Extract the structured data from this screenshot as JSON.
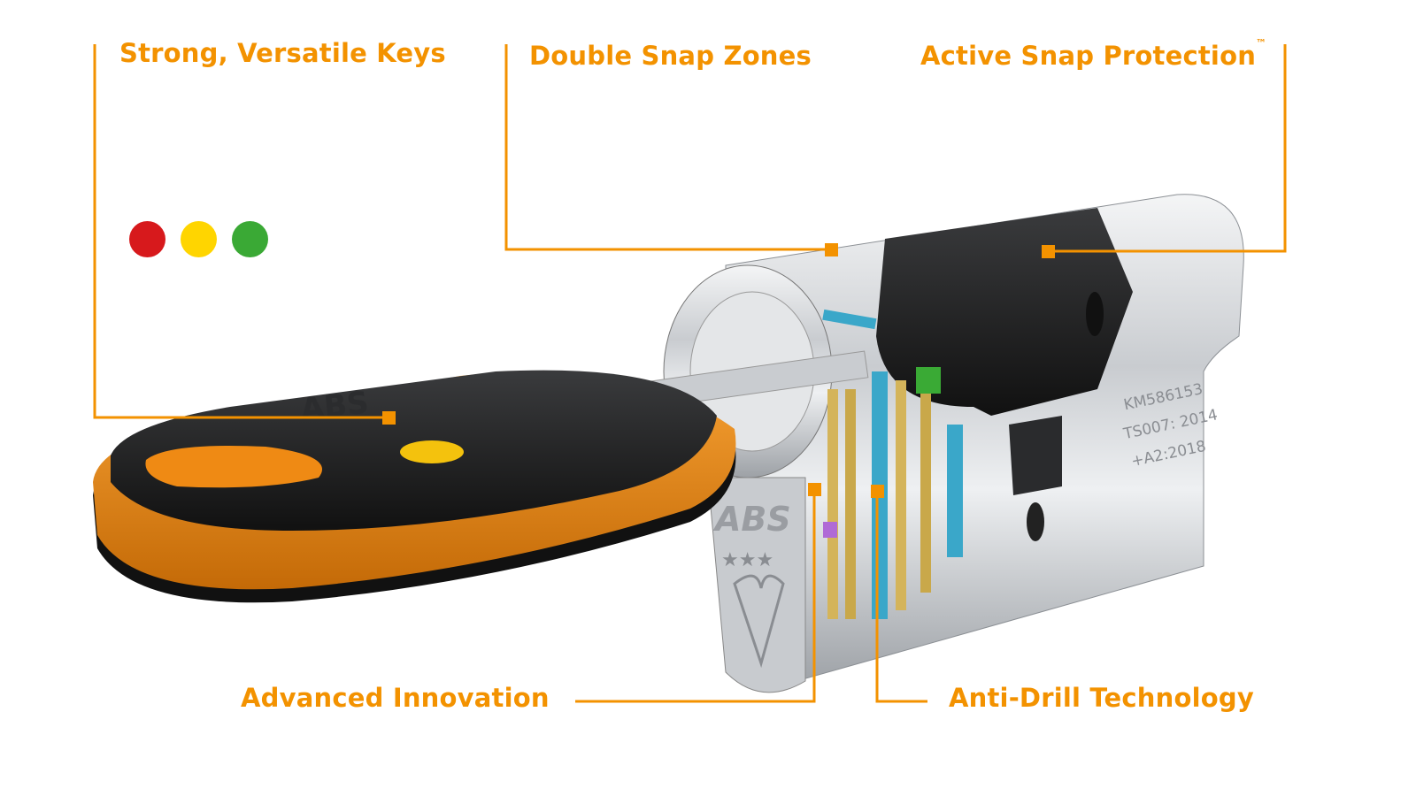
{
  "features": {
    "keys": "Strong, Versatile Keys",
    "snap_zones": "Double Snap Zones",
    "active_snap": "Active Snap Protection",
    "trademark": "™",
    "innovation": "Advanced Innovation",
    "anti_drill": "Anti-Drill Technology"
  },
  "key_colors": {
    "red": "#D7191C",
    "yellow": "#FFD500",
    "green": "#3AA935"
  },
  "engraving": {
    "line1": "KM586153",
    "line2": "TS007: 2014",
    "line3": "+A2:2018",
    "brand": "ABS"
  },
  "accent_color": "#F39200"
}
